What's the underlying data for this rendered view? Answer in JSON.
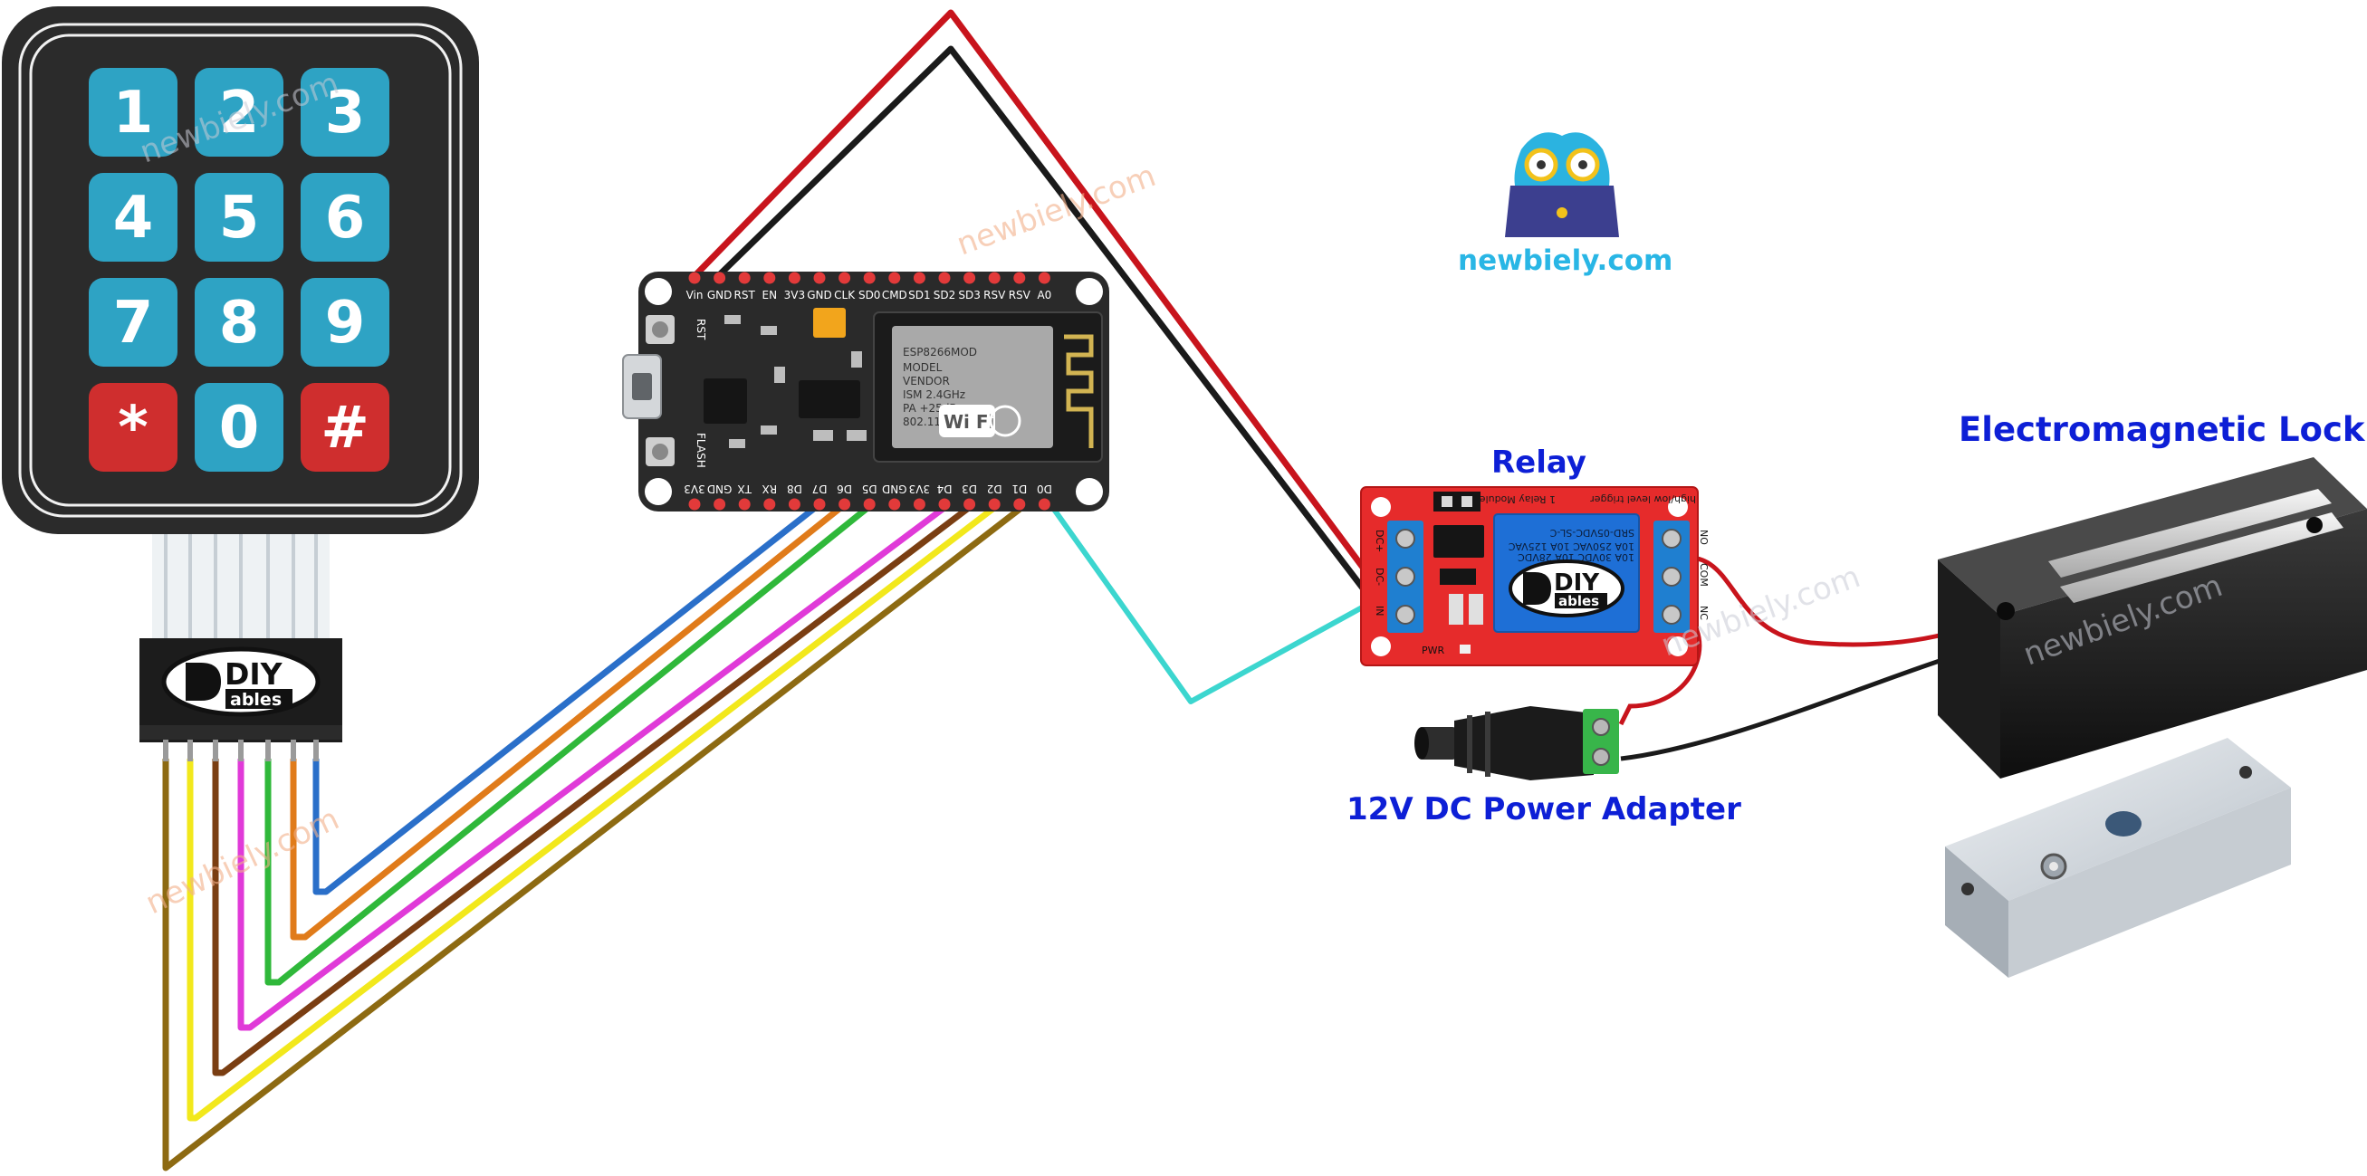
{
  "labels": {
    "relay": "Relay",
    "lock": "Electromagnetic Lock",
    "power": "12V DC Power Adapter",
    "brand": "newbiely.com",
    "watermark": "newbiely.com"
  },
  "keypad": {
    "keys": [
      "1",
      "2",
      "3",
      "4",
      "5",
      "6",
      "7",
      "8",
      "9",
      "*",
      "0",
      "#"
    ],
    "key_color": "#2ea3c4",
    "special_key_color": "#cf2e2e"
  },
  "connector": {
    "logo_top": "DIY",
    "logo_bottom": "ables"
  },
  "board": {
    "top_pins": [
      "Vin",
      "GND",
      "RST",
      "EN",
      "3V3",
      "GND",
      "CLK",
      "SD0",
      "CMD",
      "SD1",
      "SD2",
      "SD3",
      "RSV",
      "RSV",
      "A0"
    ],
    "bottom_pins": [
      "3V3",
      "GND",
      "TX",
      "RX",
      "D8",
      "D7",
      "D6",
      "D5",
      "GND",
      "3V3",
      "D4",
      "D3",
      "D2",
      "D1",
      "D0"
    ],
    "buttons": [
      "RST",
      "FLASH"
    ],
    "module_text": [
      "ESP8266MOD",
      "MODEL",
      "VENDOR",
      "ISM 2.4GHz",
      "PA +25dBm",
      "802.11b/g/n"
    ],
    "wifi_text": "Wi Fi"
  },
  "relay": {
    "title_text": "1 Relay Module",
    "trigger_text": "high/low level trigger",
    "relay_text": [
      "SRD-05VDC-SL-C",
      "10A 250VAC 10A 125VAC",
      "10A 30VDC 10A 28VDC"
    ],
    "left_pins": [
      "DC+",
      "DC-",
      "IN"
    ],
    "right_pins": [
      "NO",
      "COM",
      "NC"
    ],
    "pwr_text": "PWR",
    "logo_top": "DIY",
    "logo_bottom": "ables"
  },
  "wire_colors": {
    "red": "#c8141c",
    "black": "#1a1a1a",
    "cyan": "#3cd6cf",
    "blue": "#2a6fc9",
    "orange": "#e07b1a",
    "green": "#2fb83a",
    "magenta": "#e03ad8",
    "brown": "#7a3e12",
    "yellow": "#f2e81c",
    "olive": "#8d6a12"
  }
}
